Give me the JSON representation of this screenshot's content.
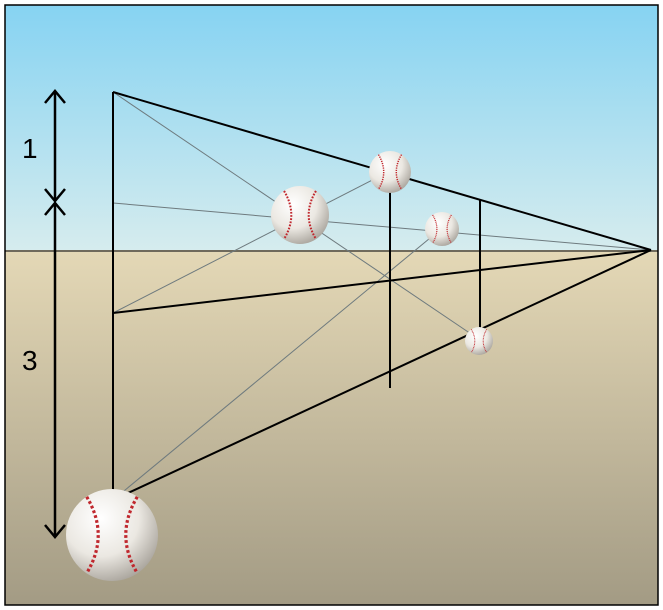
{
  "labels": {
    "upper_span": "1",
    "lower_span": "3"
  },
  "colors": {
    "sky_top": "#86d3f2",
    "sky_bottom": "#d6ecee",
    "ground_top": "#e4d8b6",
    "ground_bottom": "#a39b84",
    "horizon": "#6f6a5c",
    "construction_line": "#000000",
    "guide_line": "#6e7a7e",
    "ball": "#f2f0ea",
    "stitch": "#c0272d"
  },
  "objects": [
    "baseball",
    "baseball",
    "baseball",
    "baseball",
    "baseball"
  ]
}
